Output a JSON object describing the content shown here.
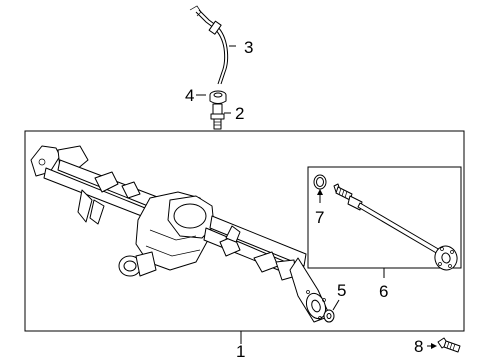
{
  "callouts": [
    {
      "id": "1",
      "label": "1"
    },
    {
      "id": "2",
      "label": "2"
    },
    {
      "id": "3",
      "label": "3"
    },
    {
      "id": "4",
      "label": "4"
    },
    {
      "id": "5",
      "label": "5"
    },
    {
      "id": "6",
      "label": "6"
    },
    {
      "id": "7",
      "label": "7"
    },
    {
      "id": "8",
      "label": "8"
    }
  ],
  "parts": [
    {
      "callout": "1",
      "name": "axle-housing"
    },
    {
      "callout": "2",
      "name": "breather-fitting"
    },
    {
      "callout": "3",
      "name": "vent-hose"
    },
    {
      "callout": "4",
      "name": "hose-clip"
    },
    {
      "callout": "5",
      "name": "washer"
    },
    {
      "callout": "6",
      "name": "axle-shaft"
    },
    {
      "callout": "7",
      "name": "o-ring"
    },
    {
      "callout": "8",
      "name": "bolt"
    }
  ]
}
